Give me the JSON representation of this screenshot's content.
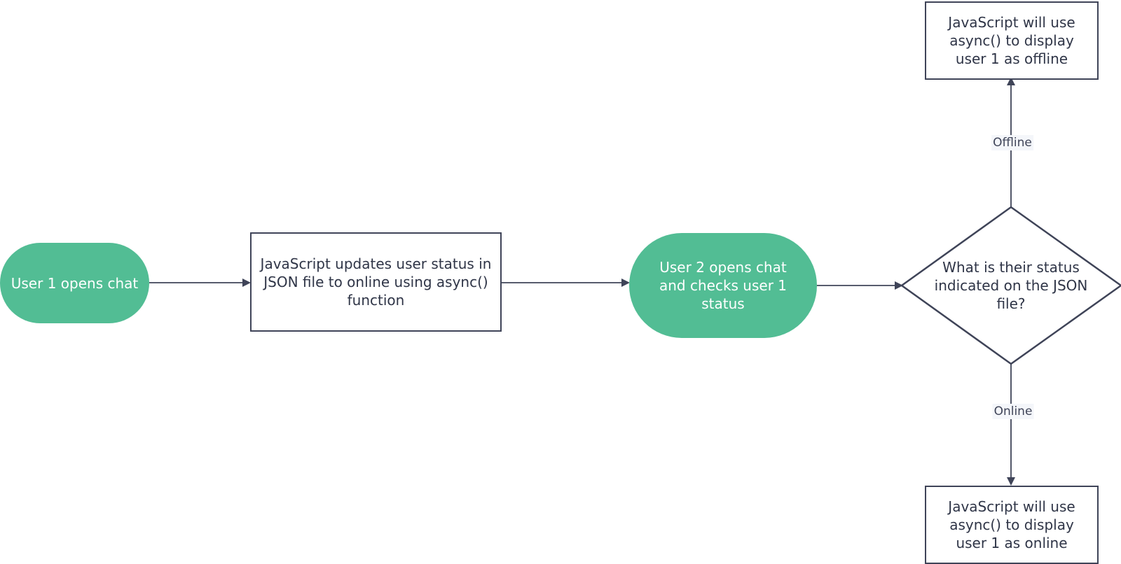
{
  "colors": {
    "terminal_fill": "#52bd94",
    "terminal_text": "#ffffff",
    "stroke": "#3f4458",
    "text": "#2f3547",
    "label_bg": "#f4f6fa"
  },
  "nodes": {
    "start": {
      "label": "User 1 opens chat",
      "shape": "terminal"
    },
    "update_status": {
      "label": "JavaScript updates user status in JSON file to online using async() function",
      "shape": "process"
    },
    "user2_checks": {
      "label": "User 2 opens chat and checks user 1 status",
      "shape": "terminal"
    },
    "decision": {
      "label": "What is their status indicated on the JSON file?",
      "shape": "decision"
    },
    "display_offline": {
      "label": "JavaScript will use async() to display user 1 as offline",
      "shape": "process"
    },
    "display_online": {
      "label": "JavaScript will use async() to display user 1 as online",
      "shape": "process"
    }
  },
  "edges": [
    {
      "from": "start",
      "to": "update_status",
      "label": ""
    },
    {
      "from": "update_status",
      "to": "user2_checks",
      "label": ""
    },
    {
      "from": "user2_checks",
      "to": "decision",
      "label": ""
    },
    {
      "from": "decision",
      "to": "display_offline",
      "label": "Offline"
    },
    {
      "from": "decision",
      "to": "display_online",
      "label": "Online"
    }
  ]
}
